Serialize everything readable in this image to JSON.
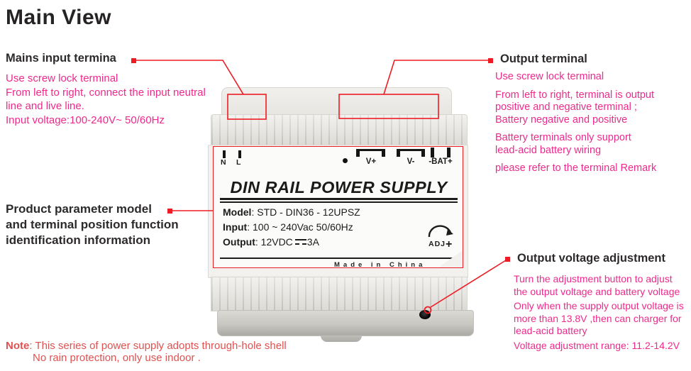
{
  "page": {
    "title": "Main View"
  },
  "annotations": {
    "mains": {
      "heading": "Mains input termina",
      "lines": [
        "Use screw lock terminal",
        "From left to right, connect the input neutral",
        "line and live line.",
        "Input  voltage:100-240V~ 50/60Hz"
      ]
    },
    "output": {
      "heading": "Output terminal",
      "lines": [
        "Use screw lock terminal",
        "From left to right, terminal is output",
        "positive and negative terminal ;",
        "Battery negative and positive",
        "Battery terminals only support",
        "lead-acid battery wiring",
        "please refer to the terminal Remark"
      ]
    },
    "product": {
      "lines": [
        "Product parameter model",
        "and terminal position function",
        "identification information"
      ]
    },
    "adjustment": {
      "heading": "Output voltage adjustment",
      "lines": [
        "Turn the adjustment button to adjust",
        "the output voltage and battery voltage",
        "Only when the supply output voltage is",
        "more than 13.8V ,then can charger for",
        "lead-acid battery",
        "Voltage adjustment range: 11.2-14.2V"
      ]
    },
    "note": {
      "label": "Note",
      "line1": ": This series of power supply adopts through-hole shell",
      "line2": "No rain protection, only use indoor ."
    }
  },
  "device": {
    "label": {
      "title": "DIN RAIL POWER SUPPLY",
      "model_label": "Model",
      "model_value": ": STD - DIN36 - 12UPSZ",
      "input_label": "Input",
      "input_value": ": 100 ~ 240Vac 50/60Hz",
      "output_label": "Output",
      "output_value_pre": ": 12VDC",
      "output_value_post": "3A",
      "made_in": "Made in China",
      "adj_text": "ADJ",
      "adj_plus": "+"
    },
    "markings": {
      "n": "N",
      "l": "L",
      "vplus": "V+",
      "vminus": "V-",
      "bat": "-BAT+"
    }
  },
  "colors": {
    "annotation_red": "#ed1c24",
    "pink": "#ee2a8c",
    "note_red": "#e05151",
    "heading": "#2d2a2b"
  }
}
